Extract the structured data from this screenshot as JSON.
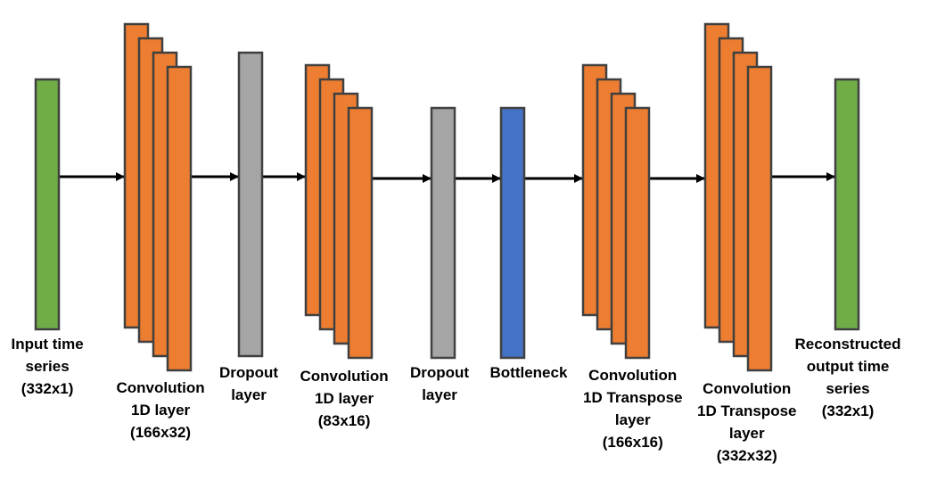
{
  "colors": {
    "input_output": "#70AD47",
    "convolution": "#ED7D31",
    "dropout": "#A5A5A5",
    "bottleneck": "#4472C4",
    "outline": "#404040",
    "arrow": "#000000"
  },
  "blocks": [
    {
      "id": "input",
      "kind": "input_output",
      "label_lines": [
        "Input time",
        "series",
        "(332x1)"
      ]
    },
    {
      "id": "conv1",
      "kind": "convolution",
      "label_lines": [
        "Convolution",
        "1D layer",
        "(166x32)"
      ]
    },
    {
      "id": "dropout1",
      "kind": "dropout",
      "label_lines": [
        "Dropout",
        "layer"
      ]
    },
    {
      "id": "conv2",
      "kind": "convolution",
      "label_lines": [
        "Convolution",
        "1D layer",
        "(83x16)"
      ]
    },
    {
      "id": "dropout2",
      "kind": "dropout",
      "label_lines": [
        "Dropout",
        "layer"
      ]
    },
    {
      "id": "bottleneck",
      "kind": "bottleneck",
      "label_lines": [
        "Bottleneck"
      ]
    },
    {
      "id": "convt1",
      "kind": "convolution",
      "label_lines": [
        "Convolution",
        "1D Transpose",
        "layer",
        "(166x16)"
      ]
    },
    {
      "id": "convt2",
      "kind": "convolution",
      "label_lines": [
        "Convolution",
        "1D Transpose",
        "layer",
        "(332x32)"
      ]
    },
    {
      "id": "output",
      "kind": "input_output",
      "label_lines": [
        "Reconstructed",
        "output time",
        "series",
        "(332x1)"
      ]
    }
  ]
}
